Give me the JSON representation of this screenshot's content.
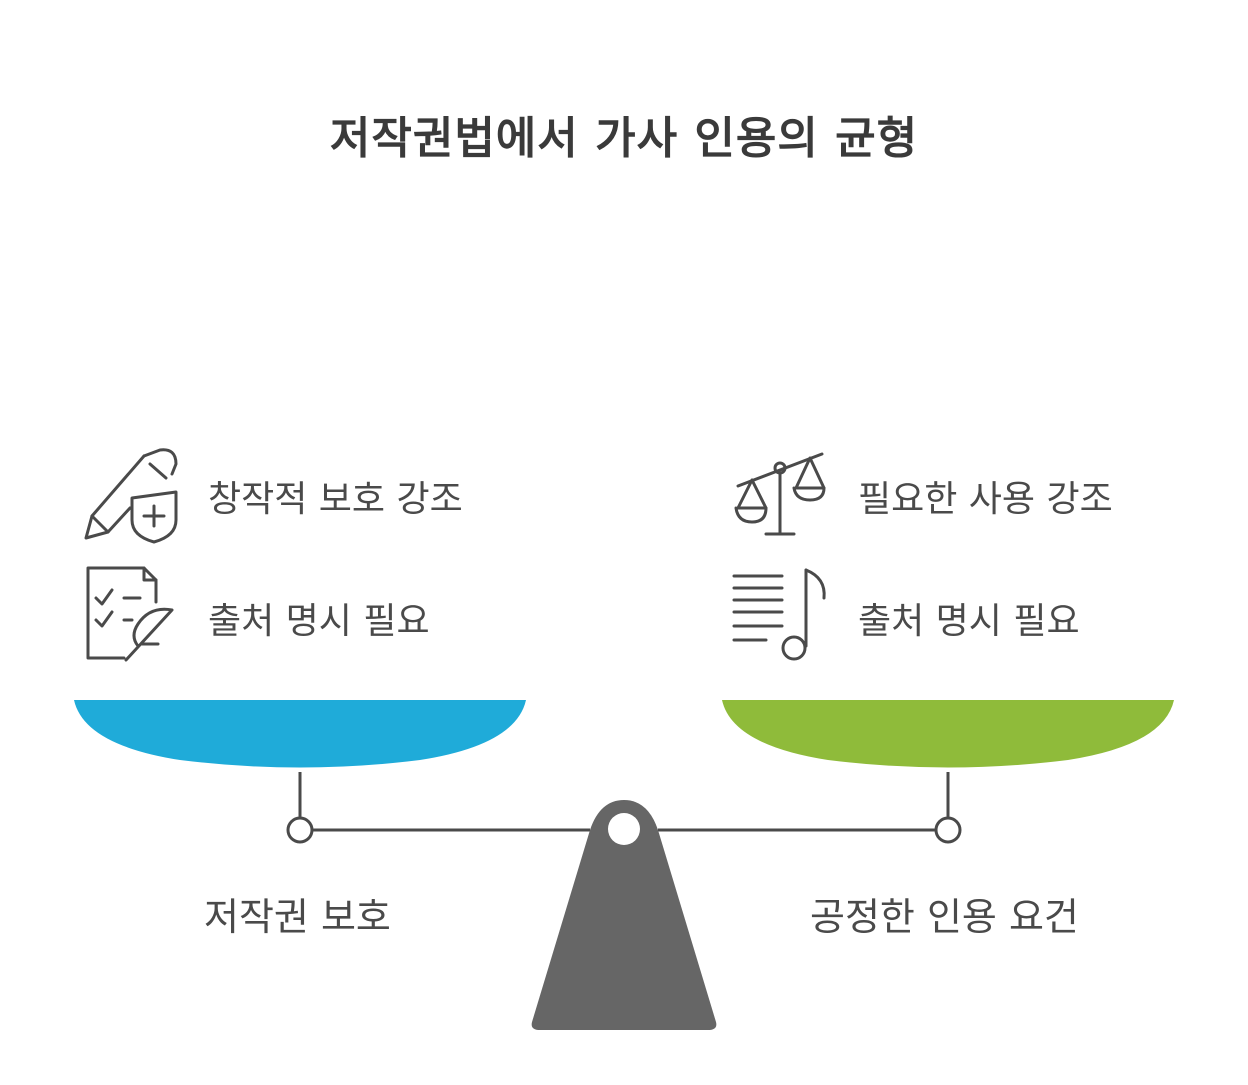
{
  "title": "저작권법에서 가사 인용의 균형",
  "left": {
    "caption": "저작권 보호",
    "color": "#1fabd9",
    "items": [
      {
        "icon": "pencil-shield-icon",
        "text": "창작적 보호 강조"
      },
      {
        "icon": "checklist-quill-icon",
        "text": "출처 명시 필요"
      }
    ]
  },
  "right": {
    "caption": "공정한 인용 요건",
    "color": "#8fbb3a",
    "items": [
      {
        "icon": "balance-scale-icon",
        "text": "필요한 사용 강조"
      },
      {
        "icon": "lyrics-music-note-icon",
        "text": "출처 명시 필요"
      }
    ]
  },
  "fulcrum_color": "#666666"
}
